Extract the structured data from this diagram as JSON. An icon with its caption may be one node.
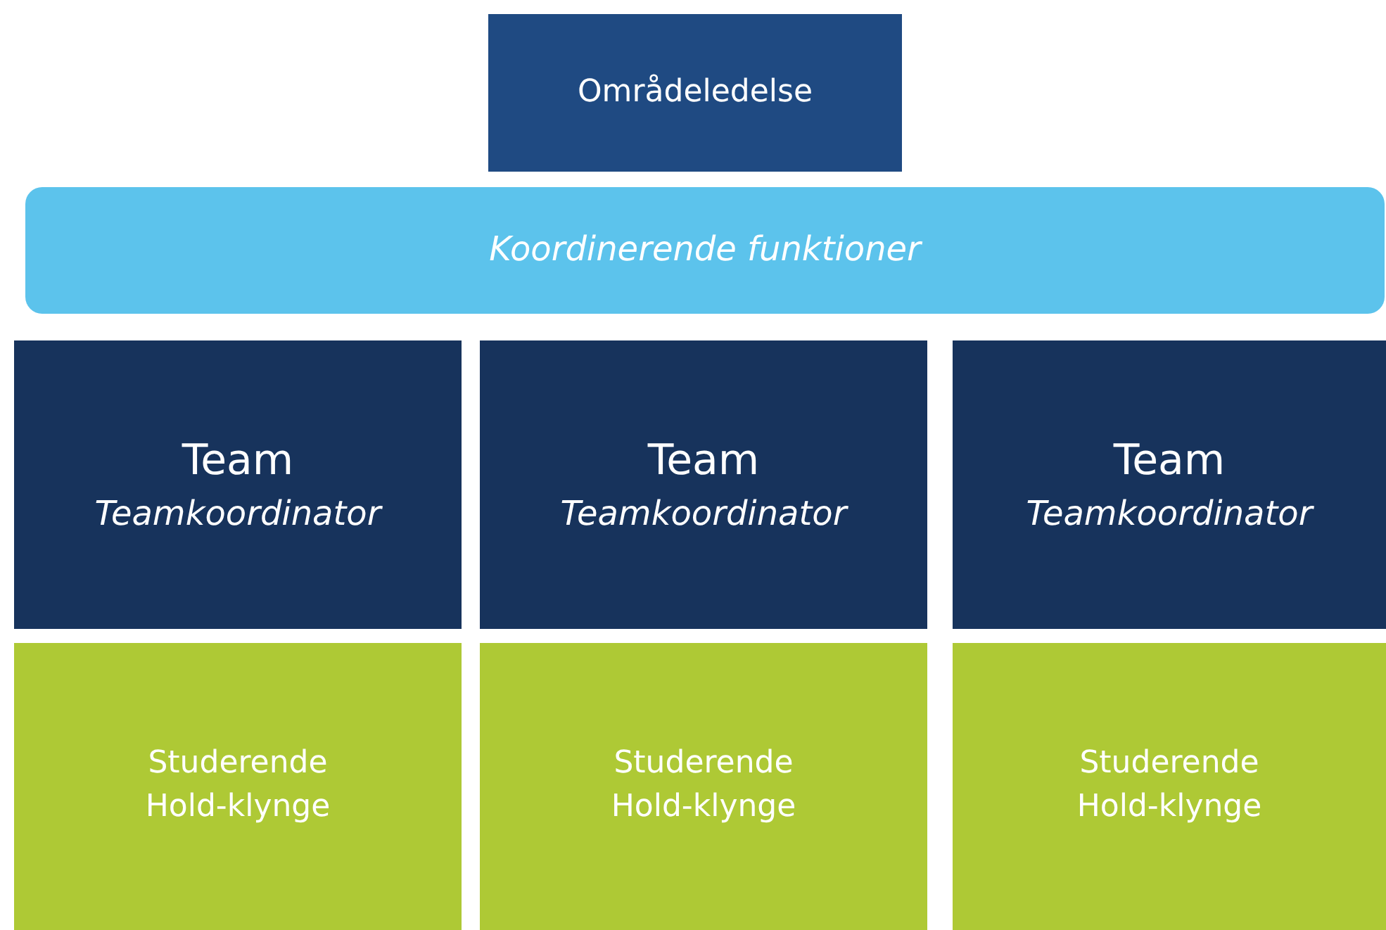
{
  "diagram": {
    "nodes": [
      {
        "text": [
          "Områdeledelse"
        ]
      },
      {
        "text": [
          "Koordinerende funktioner"
        ]
      },
      {
        "text": [
          "Team",
          "Teamkoordinator"
        ]
      },
      {
        "text": [
          "Team",
          "Teamkoordinator"
        ]
      },
      {
        "text": [
          "Team",
          "Teamkoordinator"
        ]
      },
      {
        "text": [
          "Studerende Hold-klynge"
        ]
      },
      {
        "text": [
          "Studerende Hold-klynge"
        ]
      },
      {
        "text": [
          "Studerende Hold-klynge"
        ]
      }
    ],
    "edges": []
  }
}
